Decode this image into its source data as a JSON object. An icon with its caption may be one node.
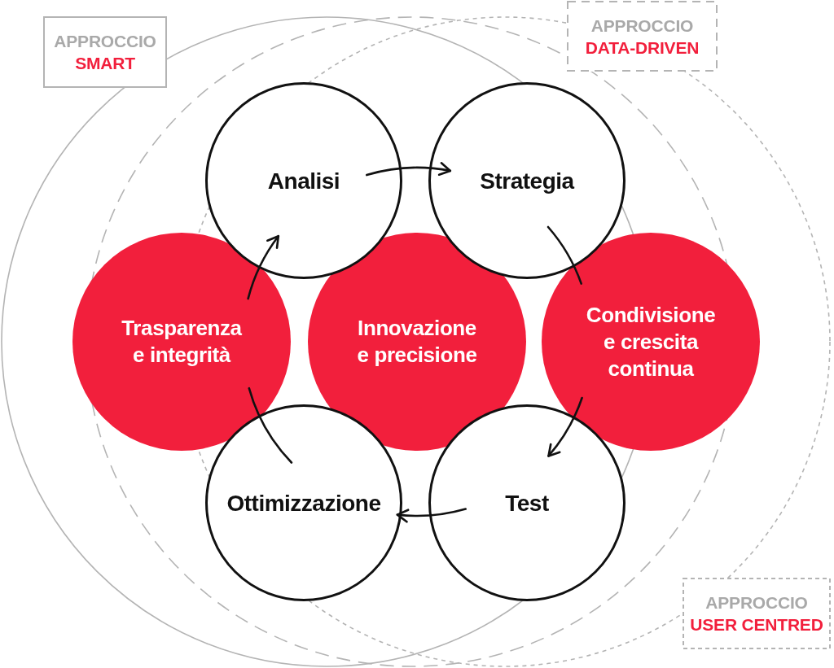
{
  "diagram": {
    "nodes": [
      {
        "text": [
          "APPROCCIO",
          "SMART"
        ]
      },
      {
        "text": [
          "APPROCCIO",
          "DATA-DRIVEN"
        ]
      },
      {
        "text": [
          "Analisi"
        ]
      },
      {
        "text": [
          "Strategia"
        ]
      },
      {
        "text": [
          "Trasparenza e integrità"
        ]
      },
      {
        "text": [
          "Innovazione e precisione"
        ]
      },
      {
        "text": [
          "Condivisione e crescita continua"
        ]
      },
      {
        "text": [
          "Ottimizzazione"
        ]
      },
      {
        "text": [
          "Test"
        ]
      },
      {
        "text": [
          "APPROCCIO",
          "USER CENTRED"
        ]
      }
    ],
    "edges": [
      {
        "from": 2,
        "to": 3,
        "arrow": "to"
      },
      {
        "from": 3,
        "to": 6,
        "arrow": "none"
      },
      {
        "from": 6,
        "to": 8,
        "arrow": "to"
      },
      {
        "from": 8,
        "to": 7,
        "arrow": "to"
      },
      {
        "from": 7,
        "to": 4,
        "arrow": "none"
      },
      {
        "from": 4,
        "to": 2,
        "arrow": "to"
      }
    ]
  }
}
